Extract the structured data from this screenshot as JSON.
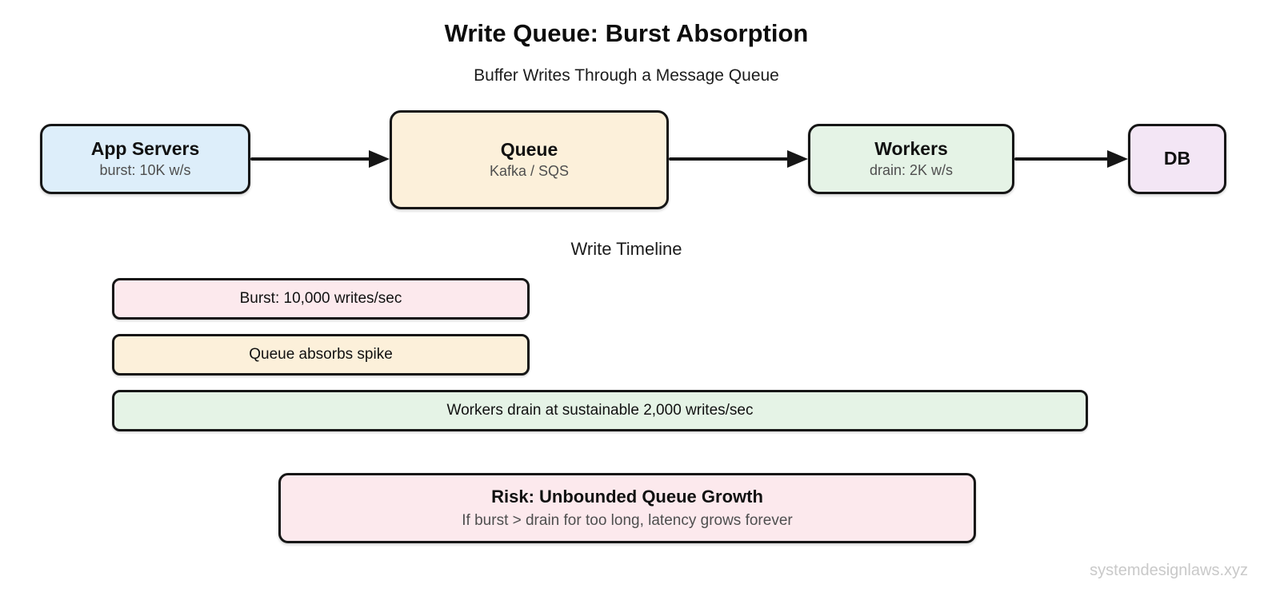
{
  "page": {
    "title": "Write Queue: Burst Absorption",
    "subtitle": "Buffer Writes Through a Message Queue",
    "watermark": "systemdesignlaws.xyz"
  },
  "flow": {
    "nodes": [
      {
        "id": "app-servers",
        "title": "App Servers",
        "subtitle": "burst: 10K w/s",
        "fill": "#ddeefa"
      },
      {
        "id": "queue",
        "title": "Queue",
        "subtitle": "Kafka / SQS",
        "fill": "#fcf0da"
      },
      {
        "id": "workers",
        "title": "Workers",
        "subtitle": "drain: 2K w/s",
        "fill": "#e5f3e6"
      },
      {
        "id": "db",
        "title": "DB",
        "subtitle": "",
        "fill": "#f3e6f5"
      }
    ],
    "edges": [
      {
        "from": "app-servers",
        "to": "queue"
      },
      {
        "from": "queue",
        "to": "workers"
      },
      {
        "from": "workers",
        "to": "db"
      }
    ]
  },
  "timeline": {
    "heading": "Write Timeline",
    "bars": [
      {
        "label": "Burst: 10,000 writes/sec",
        "fill": "#fce9ed"
      },
      {
        "label": "Queue absorbs spike",
        "fill": "#fcf0da"
      },
      {
        "label": "Workers drain at sustainable 2,000 writes/sec",
        "fill": "#e5f3e6"
      }
    ]
  },
  "risk": {
    "title": "Risk: Unbounded Queue Growth",
    "subtitle": "If burst > drain for too long, latency grows forever",
    "fill": "#fce9ed"
  },
  "colors": {
    "border": "#161616",
    "node_blue": "#ddeefa",
    "node_cream": "#fcf0da",
    "node_green": "#e5f3e6",
    "node_purple": "#f3e6f5",
    "bar_pink": "#fce9ed",
    "muted_text": "#4f4f4f",
    "watermark_gray": "#c9c9c9"
  }
}
